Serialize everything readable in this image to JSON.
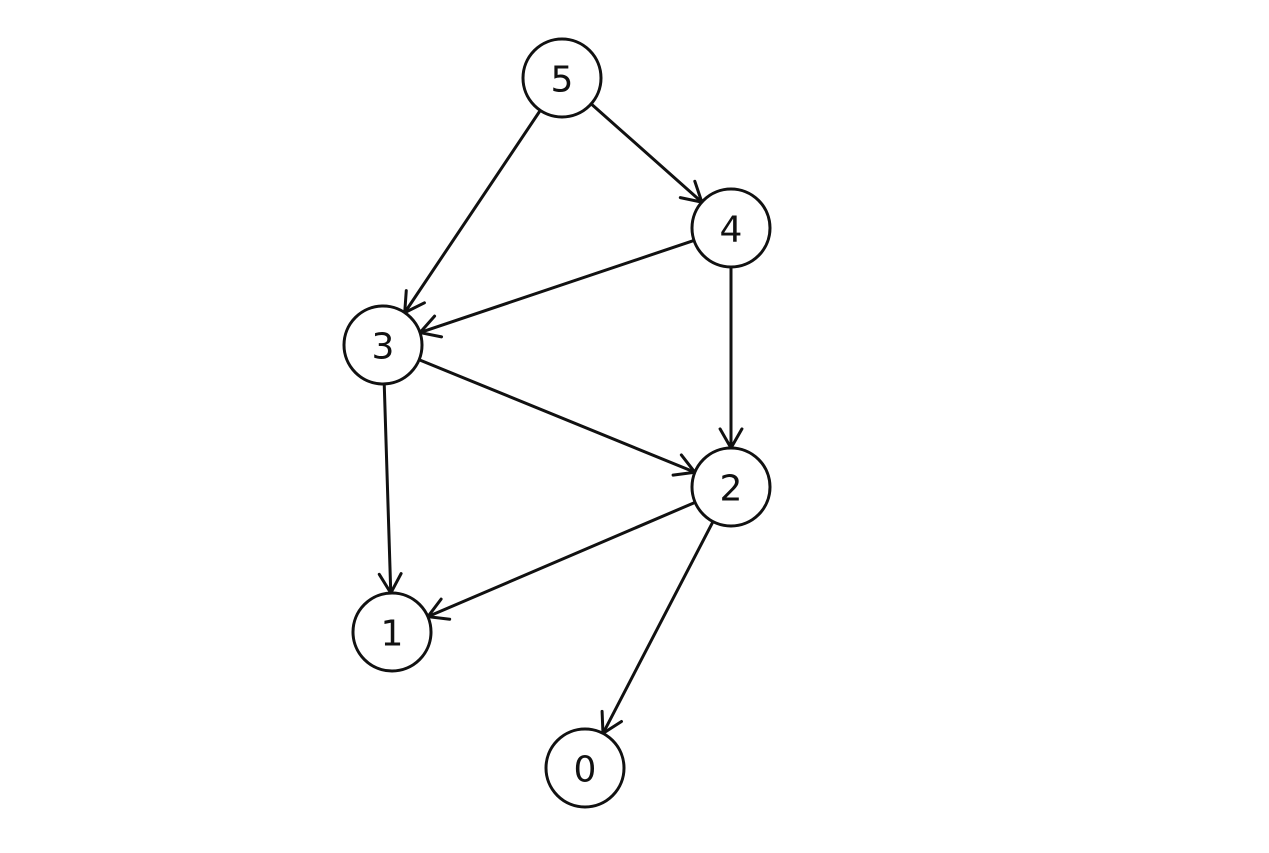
{
  "graph": {
    "directed": true,
    "colors": {
      "stroke": "#111111",
      "node_fill": "#ffffff",
      "label": "#111111"
    },
    "nodes": [
      {
        "id": "5",
        "label": "5"
      },
      {
        "id": "4",
        "label": "4"
      },
      {
        "id": "3",
        "label": "3"
      },
      {
        "id": "2",
        "label": "2"
      },
      {
        "id": "1",
        "label": "1"
      },
      {
        "id": "0",
        "label": "0"
      }
    ],
    "edges": [
      {
        "from": "5",
        "to": "4"
      },
      {
        "from": "5",
        "to": "3"
      },
      {
        "from": "4",
        "to": "3"
      },
      {
        "from": "4",
        "to": "2"
      },
      {
        "from": "3",
        "to": "2"
      },
      {
        "from": "3",
        "to": "1"
      },
      {
        "from": "2",
        "to": "1"
      },
      {
        "from": "2",
        "to": "0"
      }
    ]
  }
}
